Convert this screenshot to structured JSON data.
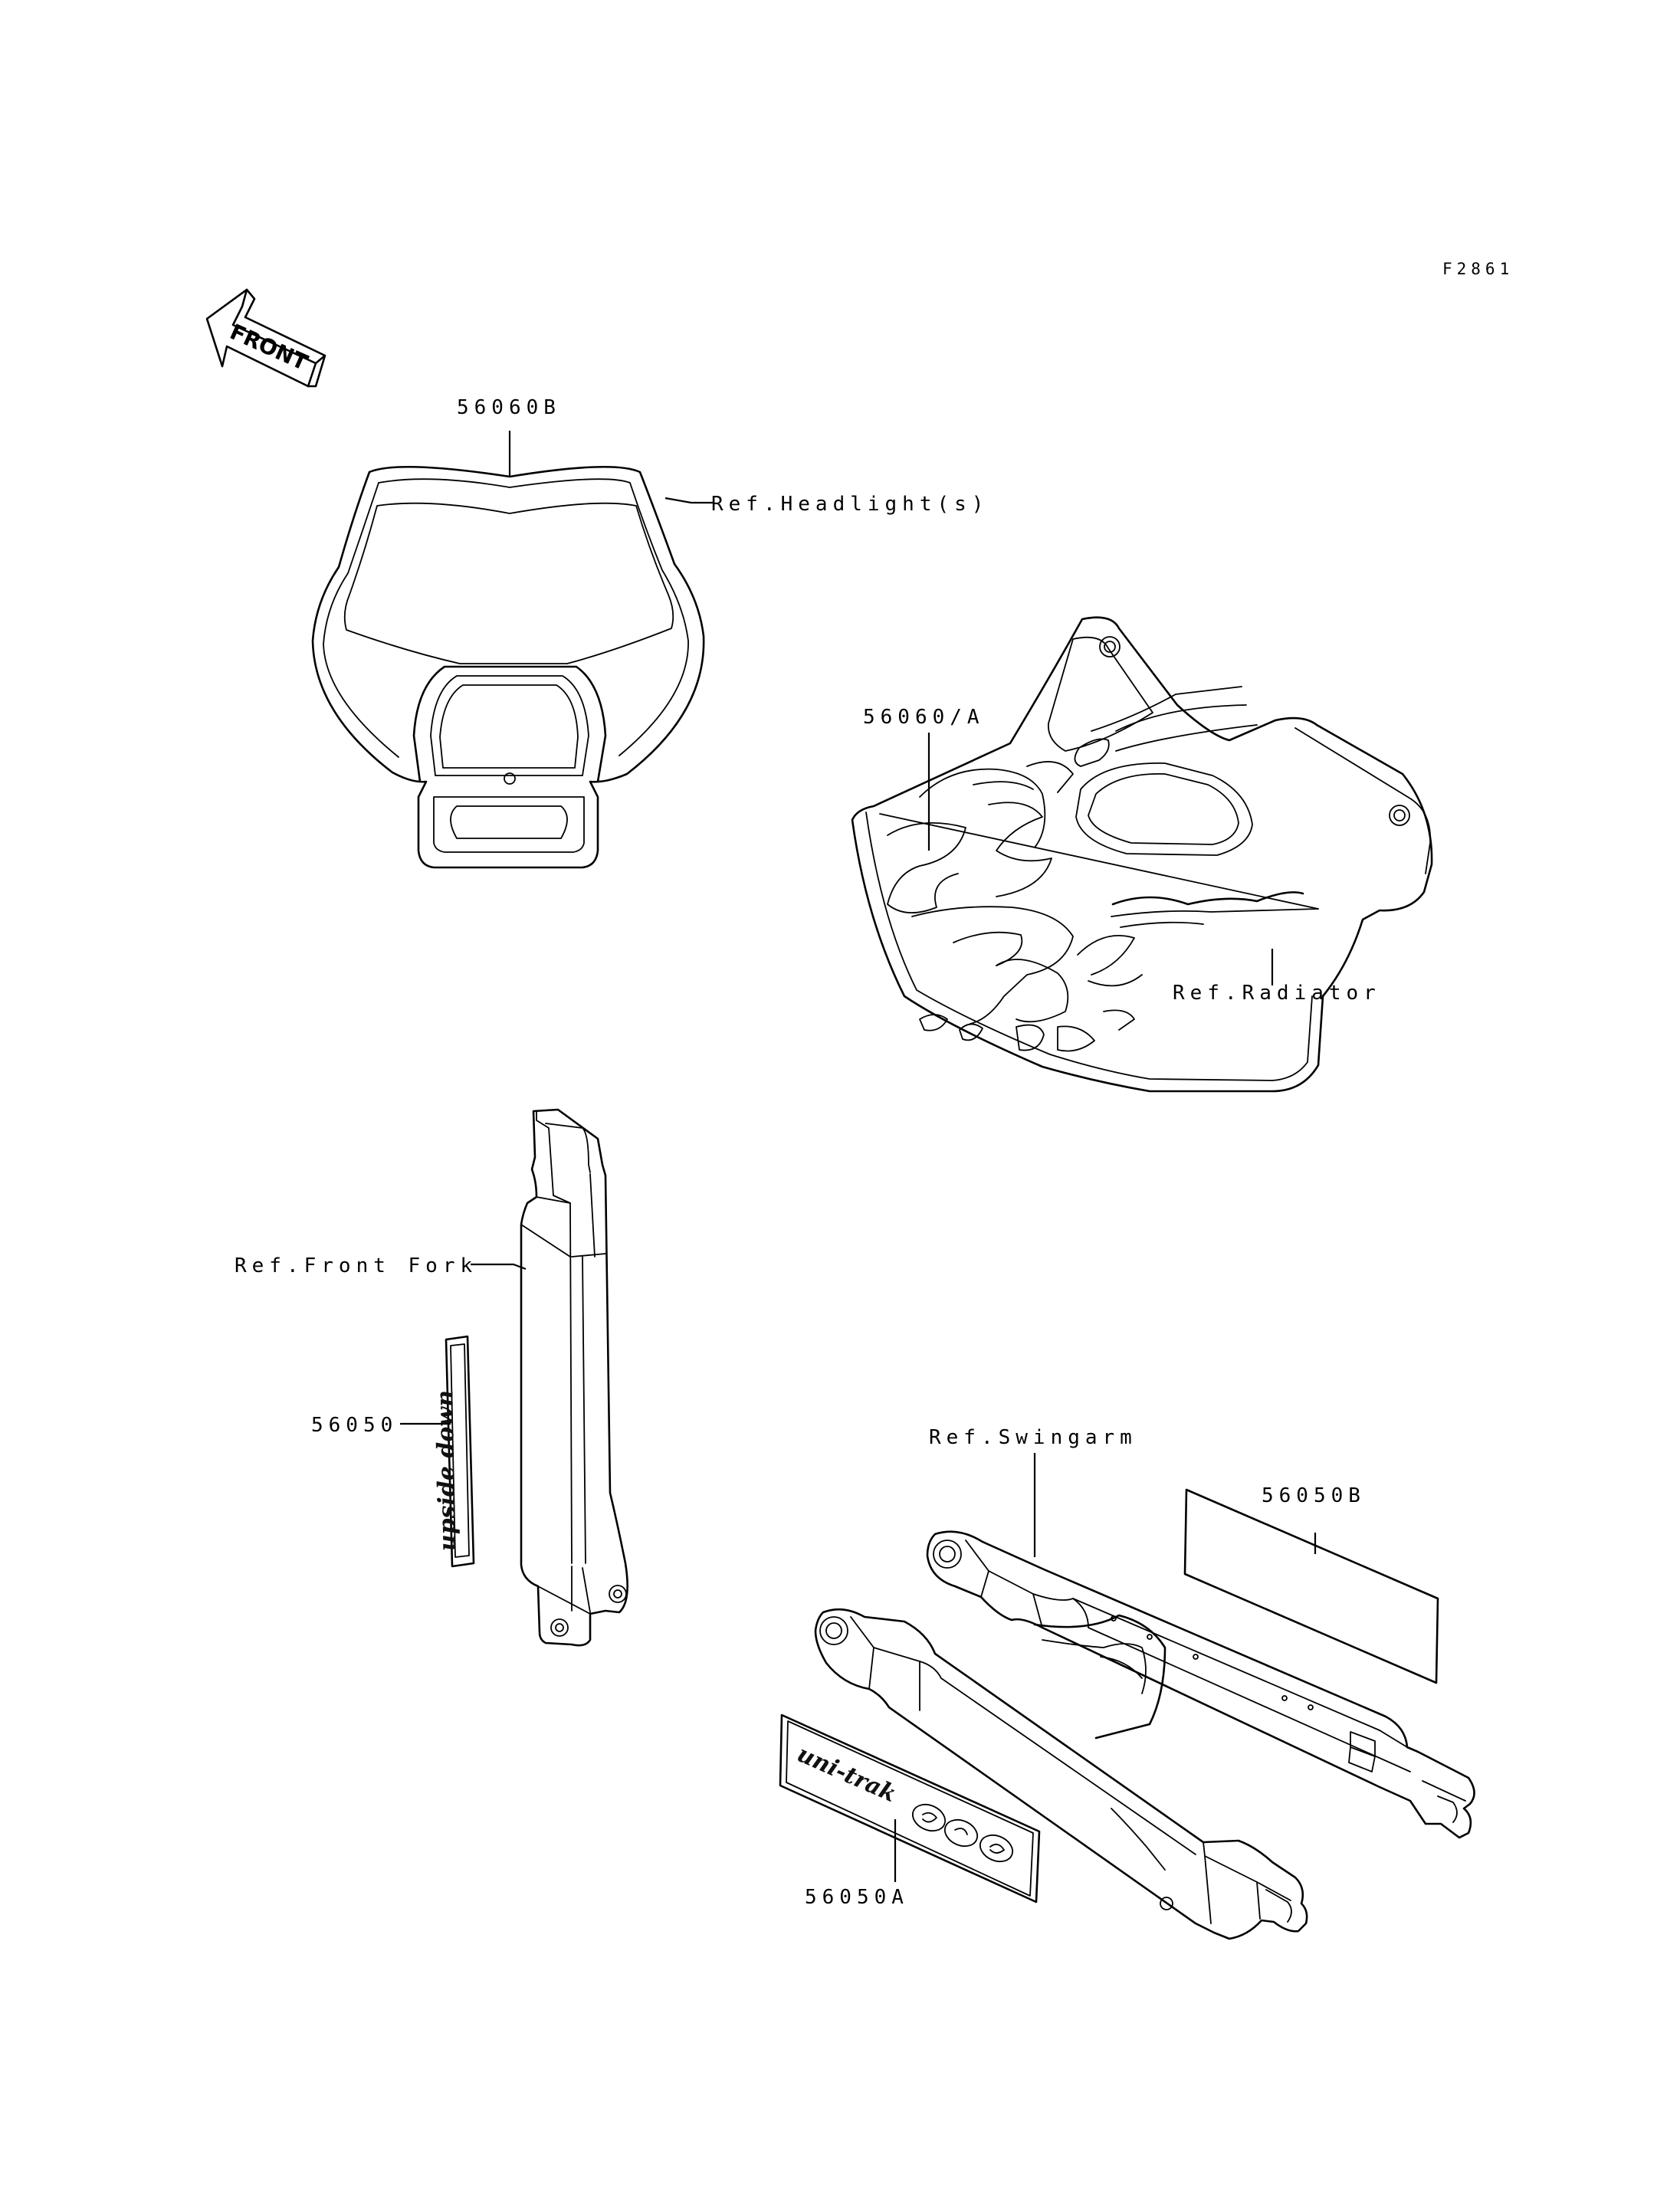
{
  "figure_id": "F2861",
  "front_label": "FRONT",
  "labels": {
    "part_56060B": "56060B",
    "ref_headlight": "Ref.Headlight(s)",
    "part_56060A": "56060/A",
    "ref_radiator": "Ref.Radiator",
    "ref_front_fork": "Ref.Front Fork",
    "part_56050": "56050",
    "ref_swingarm": "Ref.Swingarm",
    "part_56050B": "56050B",
    "part_56050A": "56050A"
  },
  "decals": {
    "fork_decal_text": "upside down",
    "swingarm_decal_text": "uni-trak"
  }
}
